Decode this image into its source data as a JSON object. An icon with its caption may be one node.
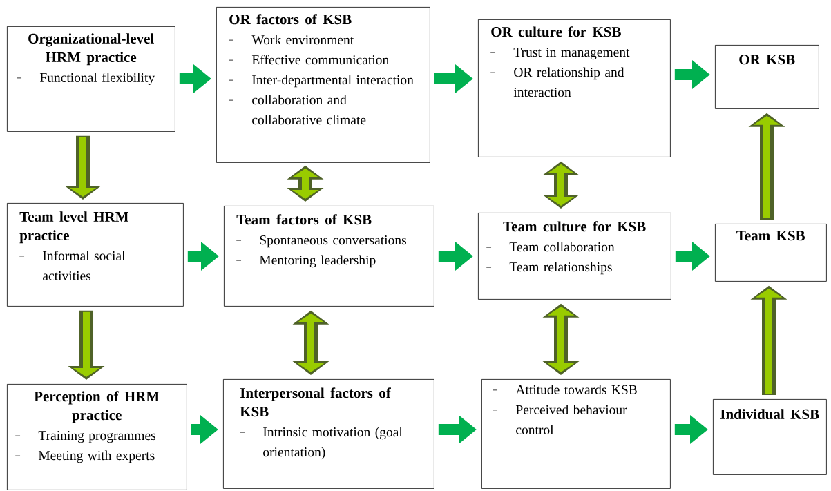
{
  "diagram": {
    "nodes": [
      {
        "text": [
          "Organizational-level HRM practice",
          "Functional flexibility"
        ]
      },
      {
        "text": [
          "OR factors of KSB",
          "Work environment",
          "Effective communication",
          "Inter-departmental interaction",
          "collaboration and collaborative climate"
        ]
      },
      {
        "text": [
          "OR culture for KSB",
          "Trust in management",
          "OR relationship and interaction"
        ]
      },
      {
        "text": [
          "OR KSB"
        ]
      },
      {
        "text": [
          "Team level HRM practice",
          "Informal social activities"
        ]
      },
      {
        "text": [
          "Team factors of KSB",
          "Spontaneous conversations",
          "Mentoring leadership"
        ]
      },
      {
        "text": [
          "Team culture for KSB",
          "Team collaboration",
          "Team relationships"
        ]
      },
      {
        "text": [
          "Team KSB"
        ]
      },
      {
        "text": [
          "Perception of HRM practice",
          "Training programmes",
          "Meeting with experts"
        ]
      },
      {
        "text": [
          "Interpersonal factors of KSB",
          "Intrinsic motivation (goal orientation)"
        ]
      },
      {
        "text": [
          "Attitude towards KSB",
          "Perceived behaviour control"
        ]
      },
      {
        "text": [
          "Individual KSB"
        ]
      }
    ],
    "edges": [
      {
        "from": 0,
        "to": 1,
        "arrow": "to"
      },
      {
        "from": 1,
        "to": 2,
        "arrow": "to"
      },
      {
        "from": 2,
        "to": 3,
        "arrow": "to"
      },
      {
        "from": 0,
        "to": 4,
        "arrow": "to",
        "color": "#99cc00"
      },
      {
        "from": 1,
        "to": 5,
        "arrow": "both",
        "color": "#99cc00"
      },
      {
        "from": 2,
        "to": 6,
        "arrow": "both",
        "color": "#99cc00"
      },
      {
        "from": 7,
        "to": 3,
        "arrow": "to",
        "color": "#99cc00"
      },
      {
        "from": 4,
        "to": 5,
        "arrow": "to"
      },
      {
        "from": 5,
        "to": 6,
        "arrow": "to"
      },
      {
        "from": 6,
        "to": 7,
        "arrow": "to"
      },
      {
        "from": 4,
        "to": 8,
        "arrow": "to",
        "color": "#99cc00"
      },
      {
        "from": 5,
        "to": 9,
        "arrow": "both",
        "color": "#99cc00"
      },
      {
        "from": 6,
        "to": 10,
        "arrow": "both",
        "color": "#99cc00"
      },
      {
        "from": 11,
        "to": 7,
        "arrow": "to",
        "color": "#99cc00"
      },
      {
        "from": 8,
        "to": 9,
        "arrow": "to"
      },
      {
        "from": 9,
        "to": 10,
        "arrow": "to"
      },
      {
        "from": 10,
        "to": 11,
        "arrow": "to"
      }
    ]
  }
}
